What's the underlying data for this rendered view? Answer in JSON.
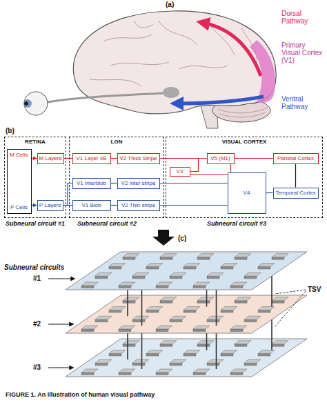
{
  "diagram": {
    "caption": "FIGURE 1. An illustration of human visual pathway",
    "nodes": [
      {
        "text": [
          "RETINA"
        ]
      },
      {
        "text": [
          "M Cells",
          "P Cells"
        ],
        "in": 0
      },
      {
        "text": [
          "M Layers"
        ],
        "in": 0
      },
      {
        "text": [
          "P Layers"
        ],
        "in": 0
      },
      {
        "text": [
          "LGN"
        ]
      },
      {
        "text": [
          "V1 Layer 4B"
        ],
        "in": 4
      },
      {
        "text": [
          "V2 Thick Stripe"
        ],
        "in": 4
      },
      {
        "text": [
          "V1 Interblob"
        ],
        "in": 4
      },
      {
        "text": [
          "V2 Inter stripe"
        ],
        "in": 4
      },
      {
        "text": [
          "V1 Blob"
        ],
        "in": 4
      },
      {
        "text": [
          "V2 Thin stripe"
        ],
        "in": 4
      },
      {
        "text": [
          "VISUAL CORTEX"
        ]
      },
      {
        "text": [
          "V5 (M1)"
        ],
        "in": 11
      },
      {
        "text": [
          "Parietal Cortex"
        ],
        "in": 11
      },
      {
        "text": [
          "V3"
        ],
        "in": 11
      },
      {
        "text": [
          "V4"
        ],
        "in": 11
      },
      {
        "text": [
          "Temporal Cortex"
        ],
        "in": 11
      }
    ],
    "edges": [
      {
        "from": 1,
        "to": 2,
        "arrow": "to"
      },
      {
        "from": 1,
        "to": 3,
        "arrow": "to"
      },
      {
        "from": 2,
        "to": 5,
        "arrow": "none"
      },
      {
        "from": 5,
        "to": 6,
        "arrow": "none"
      },
      {
        "from": 6,
        "to": 12,
        "arrow": "none"
      },
      {
        "from": 12,
        "to": 13,
        "arrow": "none"
      },
      {
        "from": 14,
        "to": 12,
        "arrow": "none"
      },
      {
        "from": 12,
        "to": 15,
        "arrow": "none"
      },
      {
        "from": 14,
        "to": 15,
        "arrow": "none"
      },
      {
        "from": 3,
        "to": 7,
        "arrow": "none"
      },
      {
        "from": 3,
        "to": 9,
        "arrow": "none"
      },
      {
        "from": 7,
        "to": 8,
        "arrow": "none"
      },
      {
        "from": 9,
        "to": 10,
        "arrow": "none"
      },
      {
        "from": 8,
        "to": 15,
        "arrow": "none"
      },
      {
        "from": 10,
        "to": 15,
        "arrow": "none"
      },
      {
        "from": 15,
        "to": 16,
        "arrow": "none"
      },
      {
        "from": 13,
        "to": 16,
        "arrow": "none"
      }
    ],
    "labels": [
      "(a)",
      "Dorsal Pathway",
      "Primary Visual Cortex (V1)",
      "Ventral Pathway",
      "(b)",
      "Subneural circuit #1",
      "Subneural circuit #2",
      "Subneural circuit #3",
      "(c)",
      "Subneural circuits",
      "#1",
      "#2",
      "#3",
      "TSV"
    ]
  }
}
